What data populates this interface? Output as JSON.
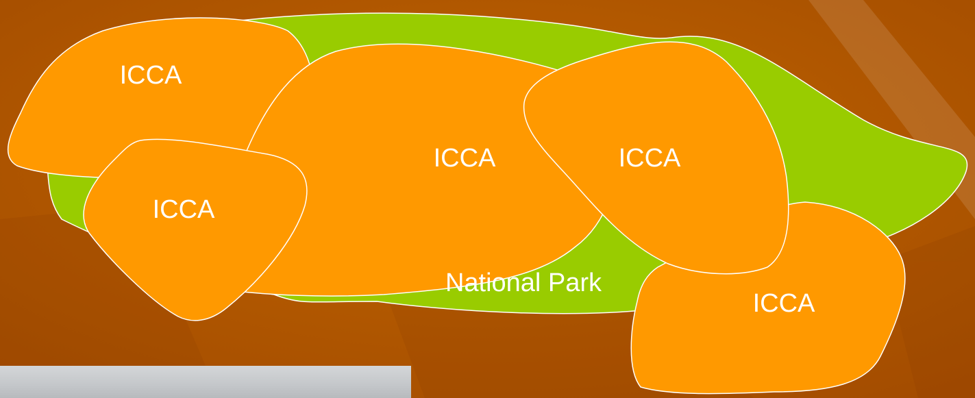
{
  "diagram": {
    "national_park": {
      "label": "National Park"
    },
    "icca_areas": [
      {
        "label": "ICCA"
      },
      {
        "label": "ICCA"
      },
      {
        "label": "ICCA"
      },
      {
        "label": "ICCA"
      },
      {
        "label": "ICCA"
      }
    ]
  },
  "colors": {
    "background": "#b65a00",
    "national_park_fill": "#99cc00",
    "icca_fill": "#ff9900",
    "outline": "#ffffff",
    "label_text": "#ffffff"
  }
}
